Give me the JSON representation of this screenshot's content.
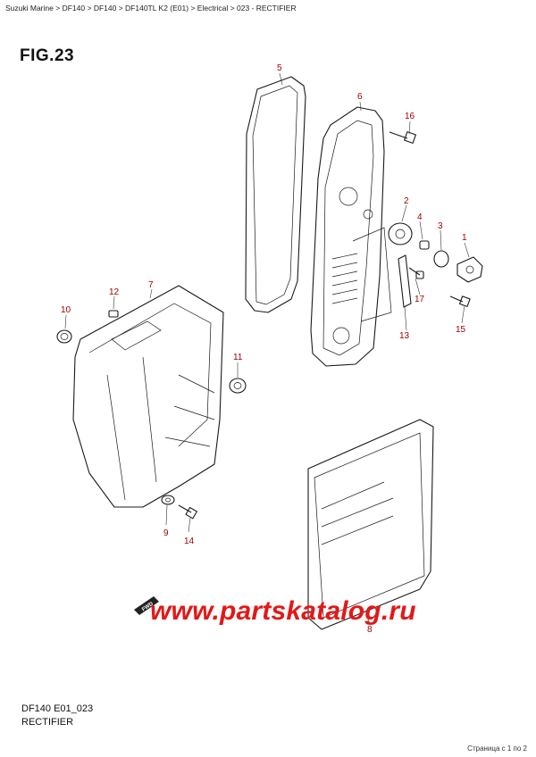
{
  "breadcrumb": [
    "Suzuki Marine",
    "DF140",
    "DF140",
    "DF140TL K2 (E01)",
    "Electrical",
    "023 - RECTIFIER"
  ],
  "breadcrumb_separator": ">",
  "figure_title": "FIG.23",
  "diagram_code": "DF140 E01_023",
  "diagram_name": "RECTIFIER",
  "pager": "Страница с 1 по 2",
  "watermark": "www.partskatalog.ru",
  "fwd_label": "FWD",
  "callouts": [
    "1",
    "2",
    "3",
    "4",
    "5",
    "6",
    "7",
    "8",
    "9",
    "10",
    "11",
    "12",
    "13",
    "14",
    "15",
    "16",
    "17"
  ],
  "colors": {
    "callout": "#a00000",
    "watermark": "#e31818"
  }
}
